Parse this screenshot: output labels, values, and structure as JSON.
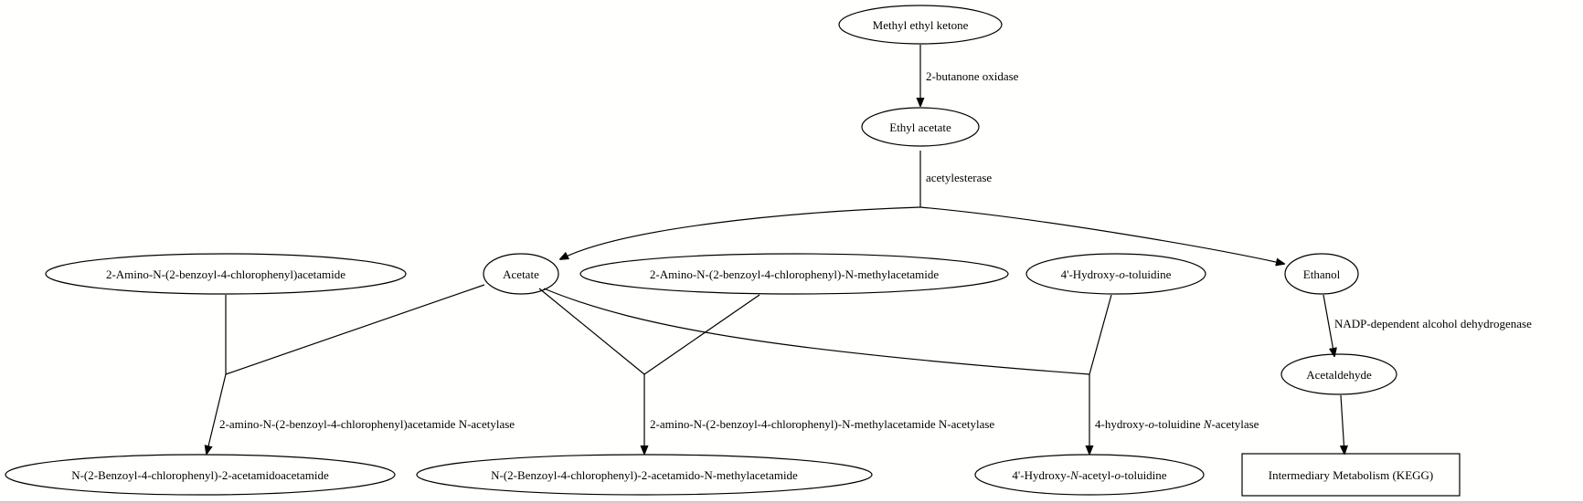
{
  "nodes": {
    "methyl_ethyl_ketone": "Methyl ethyl ketone",
    "ethyl_acetate": "Ethyl acetate",
    "acetate": "Acetate",
    "ethanol": "Ethanol",
    "acetaldehyde": "Acetaldehyde",
    "amino_benzoyl_acetamide": "2-Amino-N-(2-benzoyl-4-chlorophenyl)acetamide",
    "amino_benzoyl_methylacetamide": "2-Amino-N-(2-benzoyl-4-chlorophenyl)-N-methylacetamide",
    "hydroxy_toluidine_prefix": "4'-Hydroxy-",
    "hydroxy_toluidine_italic": "o",
    "hydroxy_toluidine_suffix": "-toluidine",
    "benzoyl_acetamidoacetamide": "N-(2-Benzoyl-4-chlorophenyl)-2-acetamidoacetamide",
    "benzoyl_acetamido_methylacetamide": "N-(2-Benzoyl-4-chlorophenyl)-2-acetamido-N-methylacetamide",
    "hydroxy_acetyl_p1": "4'-Hydroxy-",
    "hydroxy_acetyl_i1": "N",
    "hydroxy_acetyl_p2": "-acetyl-",
    "hydroxy_acetyl_i2": "o",
    "hydroxy_acetyl_p3": "-toluidine",
    "intermediary_metabolism": "Intermediary Metabolism (KEGG)"
  },
  "edges": {
    "butanone_oxidase": "2-butanone oxidase",
    "acetylesterase": "acetylesterase",
    "nadp_adh": "NADP-dependent alcohol dehydrogenase",
    "amino_acetamide_acetylase": "2-amino-N-(2-benzoyl-4-chlorophenyl)acetamide N-acetylase",
    "amino_methylacetamide_acetylase": "2-amino-N-(2-benzoyl-4-chlorophenyl)-N-methylacetamide N-acetylase",
    "toluidine_acetylase_p1": "4-hydroxy-",
    "toluidine_acetylase_i1": "o",
    "toluidine_acetylase_p2": "-toluidine ",
    "toluidine_acetylase_i2": "N",
    "toluidine_acetylase_p3": "-acetylase"
  }
}
